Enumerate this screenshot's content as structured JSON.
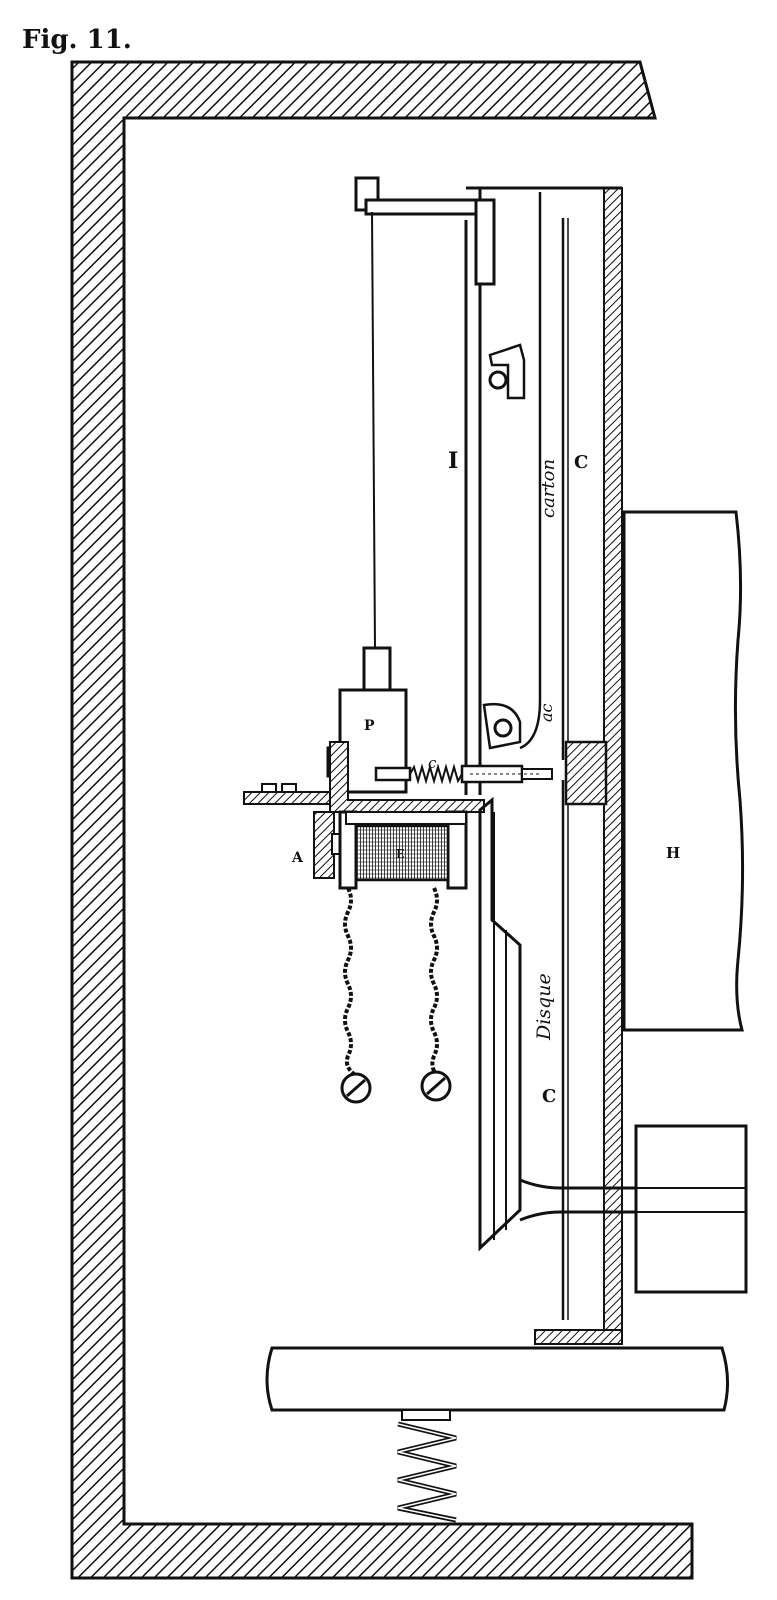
{
  "figure": {
    "title": "Fig. 11."
  },
  "labels": {
    "I": "I",
    "C_top": "C",
    "carton": "carton",
    "ac": "ac",
    "P": "P",
    "c_small": "c",
    "A": "A",
    "E": "E",
    "H": "H",
    "disque": "Disque",
    "C_bottom": "C"
  }
}
